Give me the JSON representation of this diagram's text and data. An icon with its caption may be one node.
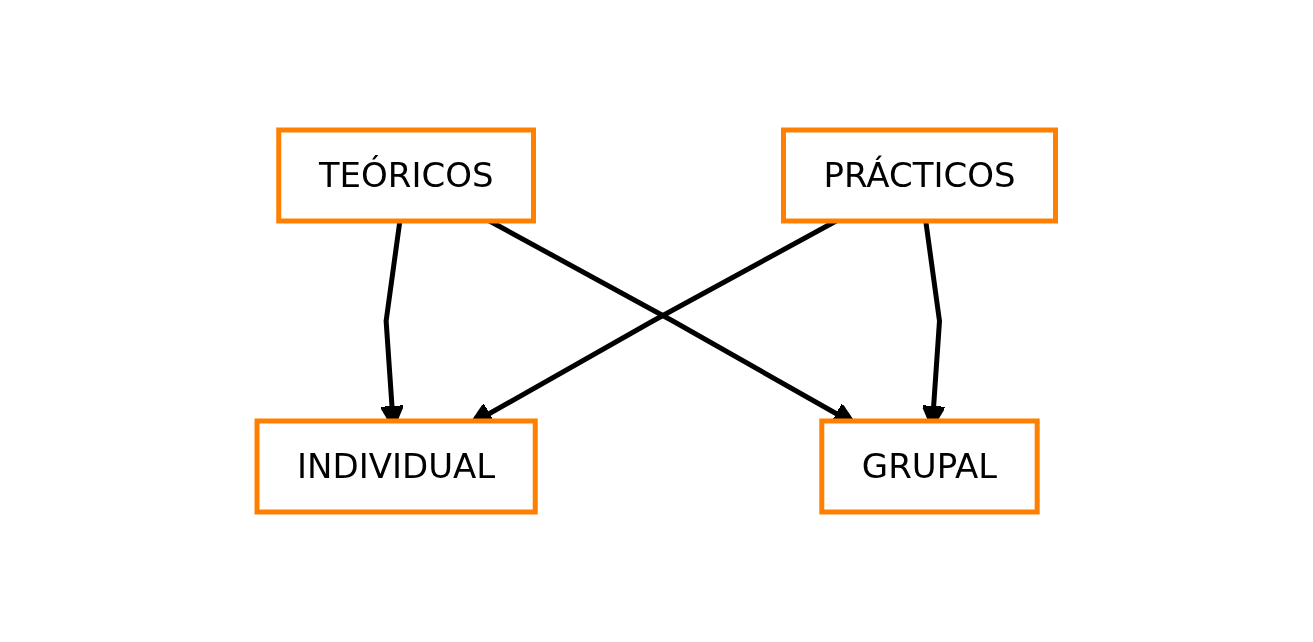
{
  "diagram": {
    "nodes": [
      {
        "text": [
          "TEÓRICOS"
        ]
      },
      {
        "text": [
          "PRÁCTICOS"
        ]
      },
      {
        "text": [
          "INDIVIDUAL"
        ]
      },
      {
        "text": [
          "GRUPAL"
        ]
      }
    ],
    "edges": [
      {
        "from": 0,
        "to": 2,
        "arrow": "to"
      },
      {
        "from": 0,
        "to": 3,
        "arrow": "to"
      },
      {
        "from": 1,
        "to": 2,
        "arrow": "to"
      },
      {
        "from": 1,
        "to": 3,
        "arrow": "to"
      }
    ]
  }
}
